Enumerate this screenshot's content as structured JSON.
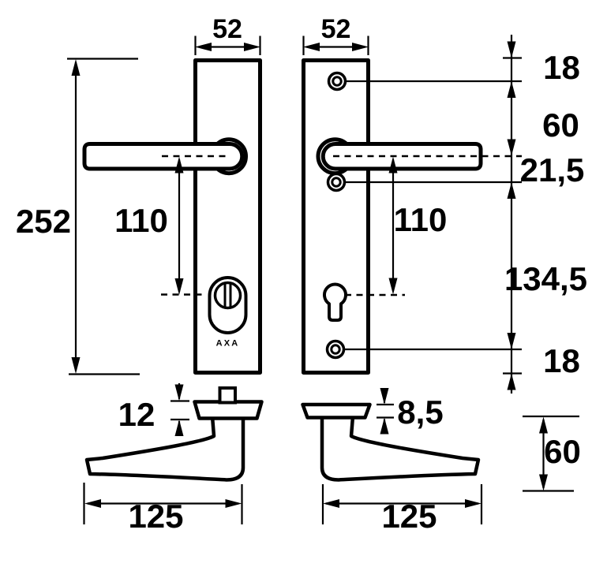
{
  "colors": {
    "ink": "#000000",
    "paper": "#ffffff"
  },
  "labels": {
    "plate_width_left": "52",
    "plate_width_right": "52",
    "plate_height": "252",
    "handle_axis_left": "110",
    "handle_axis_right": "110",
    "top_edge_to_screw": "18",
    "screw_to_handle_axis": "60",
    "handle_axis_to_screw": "21,5",
    "screw_to_screw": "134,5",
    "screw_to_bottom_edge": "18",
    "plate_thickness_left": "12",
    "plate_thickness_right": "8,5",
    "handle_length_left": "125",
    "handle_length_right": "125",
    "handle_projection": "60",
    "brand": "AXA"
  }
}
